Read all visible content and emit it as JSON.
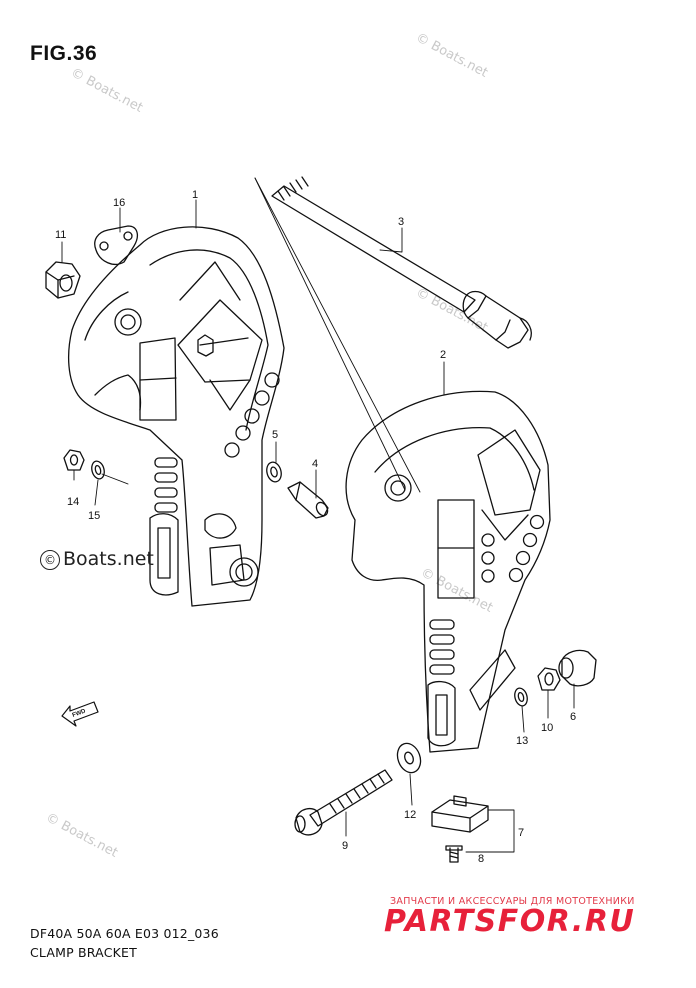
{
  "figure_label": "FIG.36",
  "model_code": "DF40A 50A 60A E03 012_036",
  "section_title": "CLAMP BRACKET",
  "watermark": "© Boats.net",
  "watermark_text": "Boats.net",
  "direction_icon_label": "FWD",
  "seller_tagline": "ЗАПЧАСТИ И АКСЕССУАРЫ ДЛЯ МОТОТЕХНИКИ",
  "seller_logo": "PARTSFOR.RU",
  "parts": [
    "1",
    "2",
    "3",
    "4",
    "5",
    "6",
    "7",
    "8",
    "9",
    "10",
    "11",
    "12",
    "13",
    "14",
    "15",
    "16"
  ],
  "colors": {
    "line": "#111111",
    "watermark": "#c9c9c9",
    "seller": "#e7213a"
  }
}
